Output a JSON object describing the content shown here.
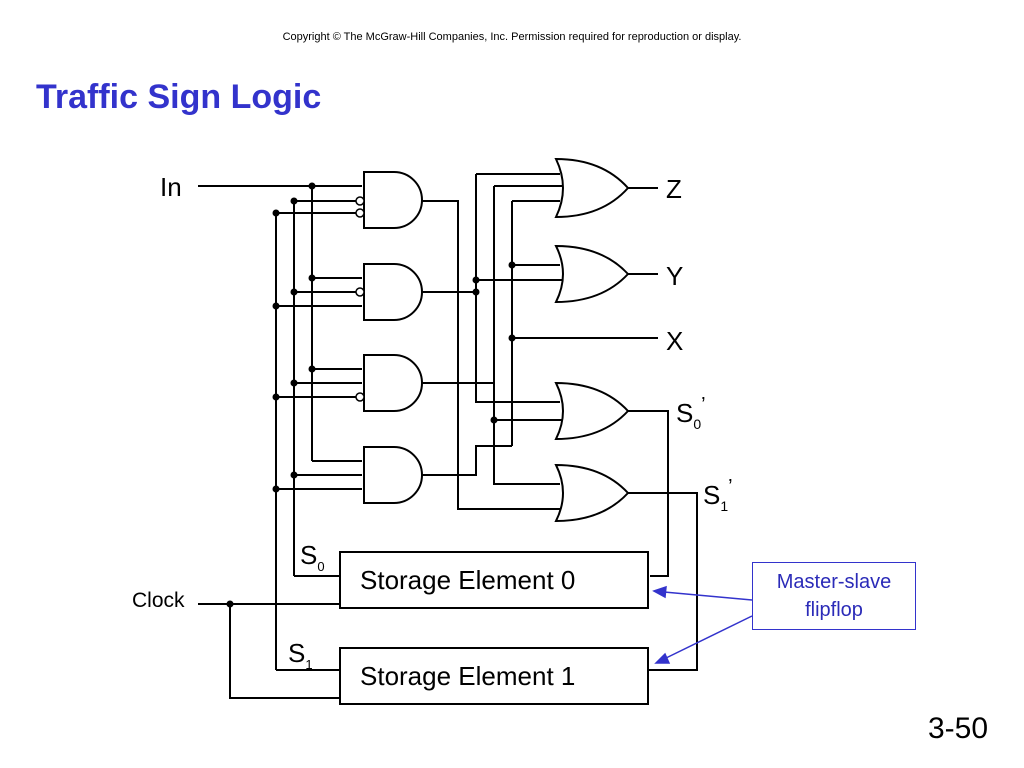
{
  "header": {
    "copyright": "Copyright © The McGraw-Hill Companies, Inc.  Permission required for reproduction or display.",
    "title": "Traffic Sign Logic"
  },
  "diagram": {
    "input_label": "In",
    "outputs": {
      "z": "Z",
      "y": "Y",
      "x": "X"
    },
    "next_state_0": {
      "base": "S",
      "sub": "0",
      "prime": "’"
    },
    "next_state_1": {
      "base": "S",
      "sub": "1",
      "prime": "’"
    },
    "state_0": {
      "base": "S",
      "sub": "0"
    },
    "state_1": {
      "base": "S",
      "sub": "1"
    },
    "clock_label": "Clock",
    "storage_0_label": "Storage Element 0",
    "storage_1_label": "Storage Element 1"
  },
  "callout": {
    "line1": "Master-slave",
    "line2": "flipflop"
  },
  "footer": {
    "page": "3-50"
  },
  "colors": {
    "title": "#3333cc",
    "callout": "#3333cc",
    "wire": "#000000"
  }
}
